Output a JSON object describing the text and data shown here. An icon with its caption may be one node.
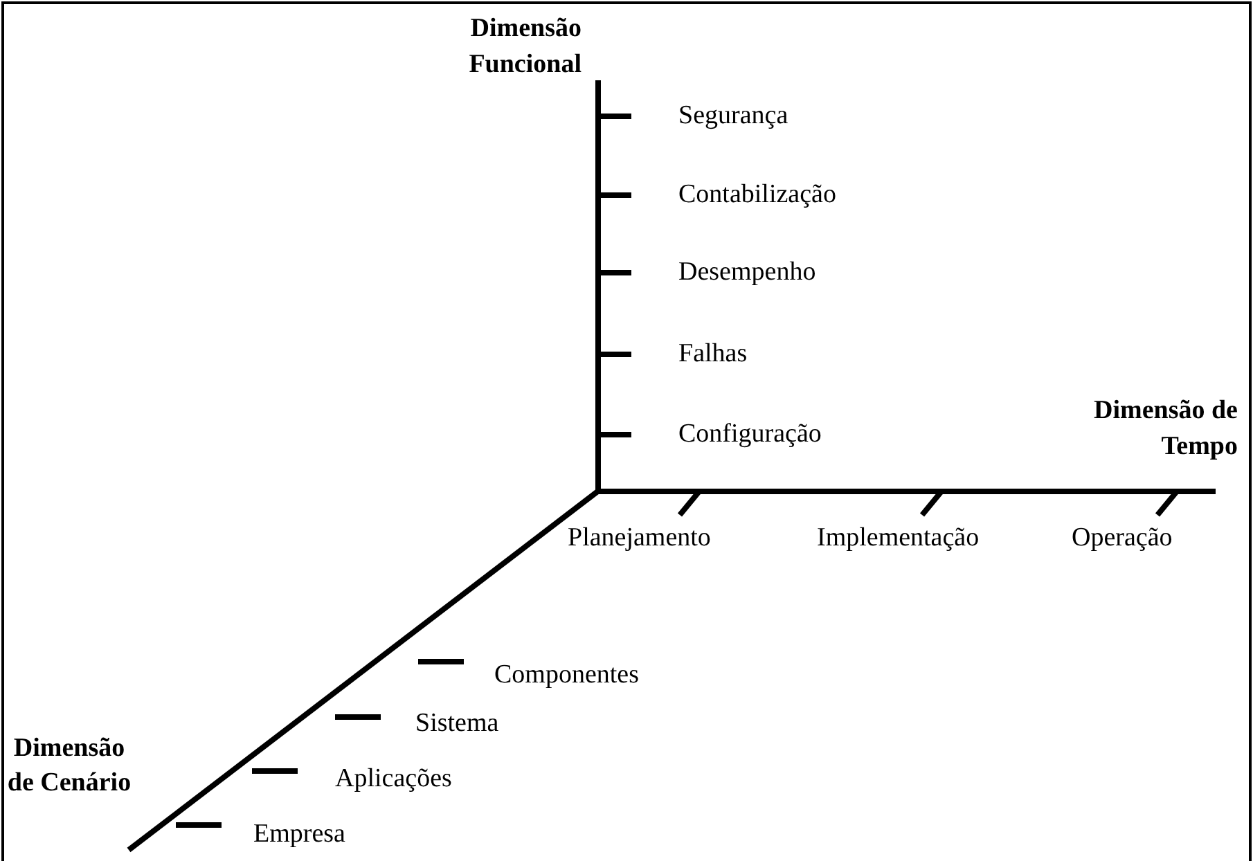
{
  "diagram": {
    "labels": [
      "Dimensão Funcional",
      "Segurança",
      "Contabilização",
      "Desempenho",
      "Falhas",
      "Dimensão de Tempo",
      "Configuração",
      "Planejamento",
      "Implementação",
      "Operação",
      "Dimensão de Cenário",
      "Componentes",
      "Sistema",
      "Aplicações",
      "Empresa"
    ]
  }
}
